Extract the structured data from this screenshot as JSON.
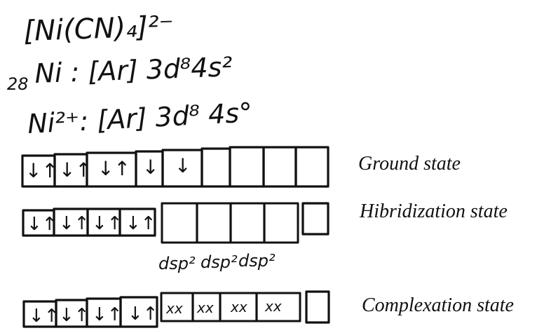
{
  "header": {
    "complex_formula": "[Ni(CN)₄]²⁻",
    "ni_atomic_number": "28",
    "ni_configuration": "Ni : [Ar] 3d⁸4s²",
    "ion_configuration": "Ni²⁺: [Ar] 3d⁸ 4s°"
  },
  "rows": [
    {
      "label": "Ground state",
      "cells": [
        "↓↑",
        "↓↑",
        "↓↑",
        "↓",
        "↓",
        "",
        "",
        "",
        "",
        ""
      ]
    },
    {
      "label": "Hibridization state",
      "cells": [
        "↓↑",
        "↓↑",
        "↓↑",
        "↓↑",
        "",
        "",
        "",
        "",
        ""
      ],
      "hybrid_notes": [
        "dsp²",
        "dsp²",
        "dsp²"
      ]
    },
    {
      "label": "Complexation state",
      "cells": [
        "↓↑",
        "↓↑",
        "↓↑",
        "↓↑",
        "xx",
        "xx",
        "xx",
        "xx",
        ""
      ]
    }
  ]
}
